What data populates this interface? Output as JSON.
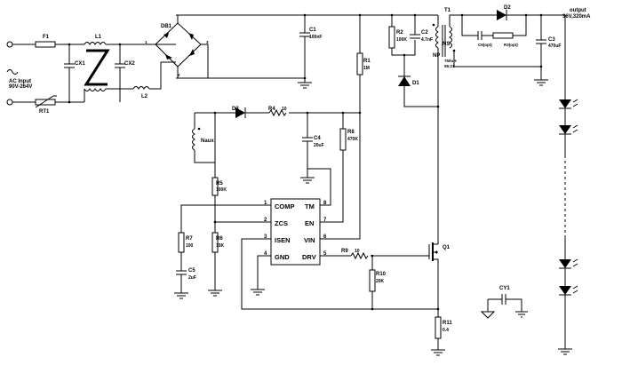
{
  "input": {
    "label_line1": "AC Input",
    "label_line2": "90V-264V"
  },
  "output": {
    "label_line1": "output",
    "label_line2": "36V,320mA"
  },
  "components": {
    "F1": {
      "ref": "F1"
    },
    "L1": {
      "ref": "L1"
    },
    "L2": {
      "ref": "L2"
    },
    "RT1": {
      "ref": "RT1"
    },
    "CX1": {
      "ref": "CX1"
    },
    "CX2": {
      "ref": "CX2"
    },
    "DB1": {
      "ref": "DB1",
      "pin1": "1",
      "pin2": "2",
      "pin3": "3"
    },
    "C1": {
      "ref": "C1",
      "value": "100nF"
    },
    "R1": {
      "ref": "R1",
      "value": "1M"
    },
    "R2": {
      "ref": "R2",
      "value": "100K"
    },
    "C2": {
      "ref": "C2",
      "value": "4.7nF"
    },
    "D1": {
      "ref": "D1"
    },
    "T1": {
      "ref": "T1",
      "np": "NP",
      "ns": "NS",
      "naux": "Naux",
      "inductance": "750uH",
      "ratio": "56:21"
    },
    "D2": {
      "ref": "D2"
    },
    "C6": {
      "ref": "C6(opt)"
    },
    "R3": {
      "ref": "R3(opt)"
    },
    "C3": {
      "ref": "C3",
      "value": "470uF"
    },
    "D3": {
      "ref": "D3"
    },
    "R4": {
      "ref": "R4",
      "value": "10"
    },
    "C4": {
      "ref": "C4",
      "value": "20uF"
    },
    "R8": {
      "ref": "R8",
      "value": "470K"
    },
    "R5": {
      "ref": "R5",
      "value": "100K"
    },
    "R6": {
      "ref": "R6",
      "value": "15K"
    },
    "R7": {
      "ref": "R7",
      "value": "100"
    },
    "C5": {
      "ref": "C5",
      "value": "2uF"
    },
    "R9": {
      "ref": "R9",
      "value": "10"
    },
    "R10": {
      "ref": "R10",
      "value": "20K"
    },
    "Q1": {
      "ref": "Q1"
    },
    "R11": {
      "ref": "R11",
      "value": "0.4"
    },
    "CY1": {
      "ref": "CY1"
    }
  },
  "ic": {
    "pins_left": [
      {
        "num": "1",
        "name": "COMP"
      },
      {
        "num": "2",
        "name": "ZCS"
      },
      {
        "num": "3",
        "name": "ISEN"
      },
      {
        "num": "4",
        "name": "GND"
      }
    ],
    "pins_right": [
      {
        "num": "8",
        "name": "TM"
      },
      {
        "num": "7",
        "name": "EN"
      },
      {
        "num": "6",
        "name": "VIN"
      },
      {
        "num": "5",
        "name": "DRV"
      }
    ]
  }
}
